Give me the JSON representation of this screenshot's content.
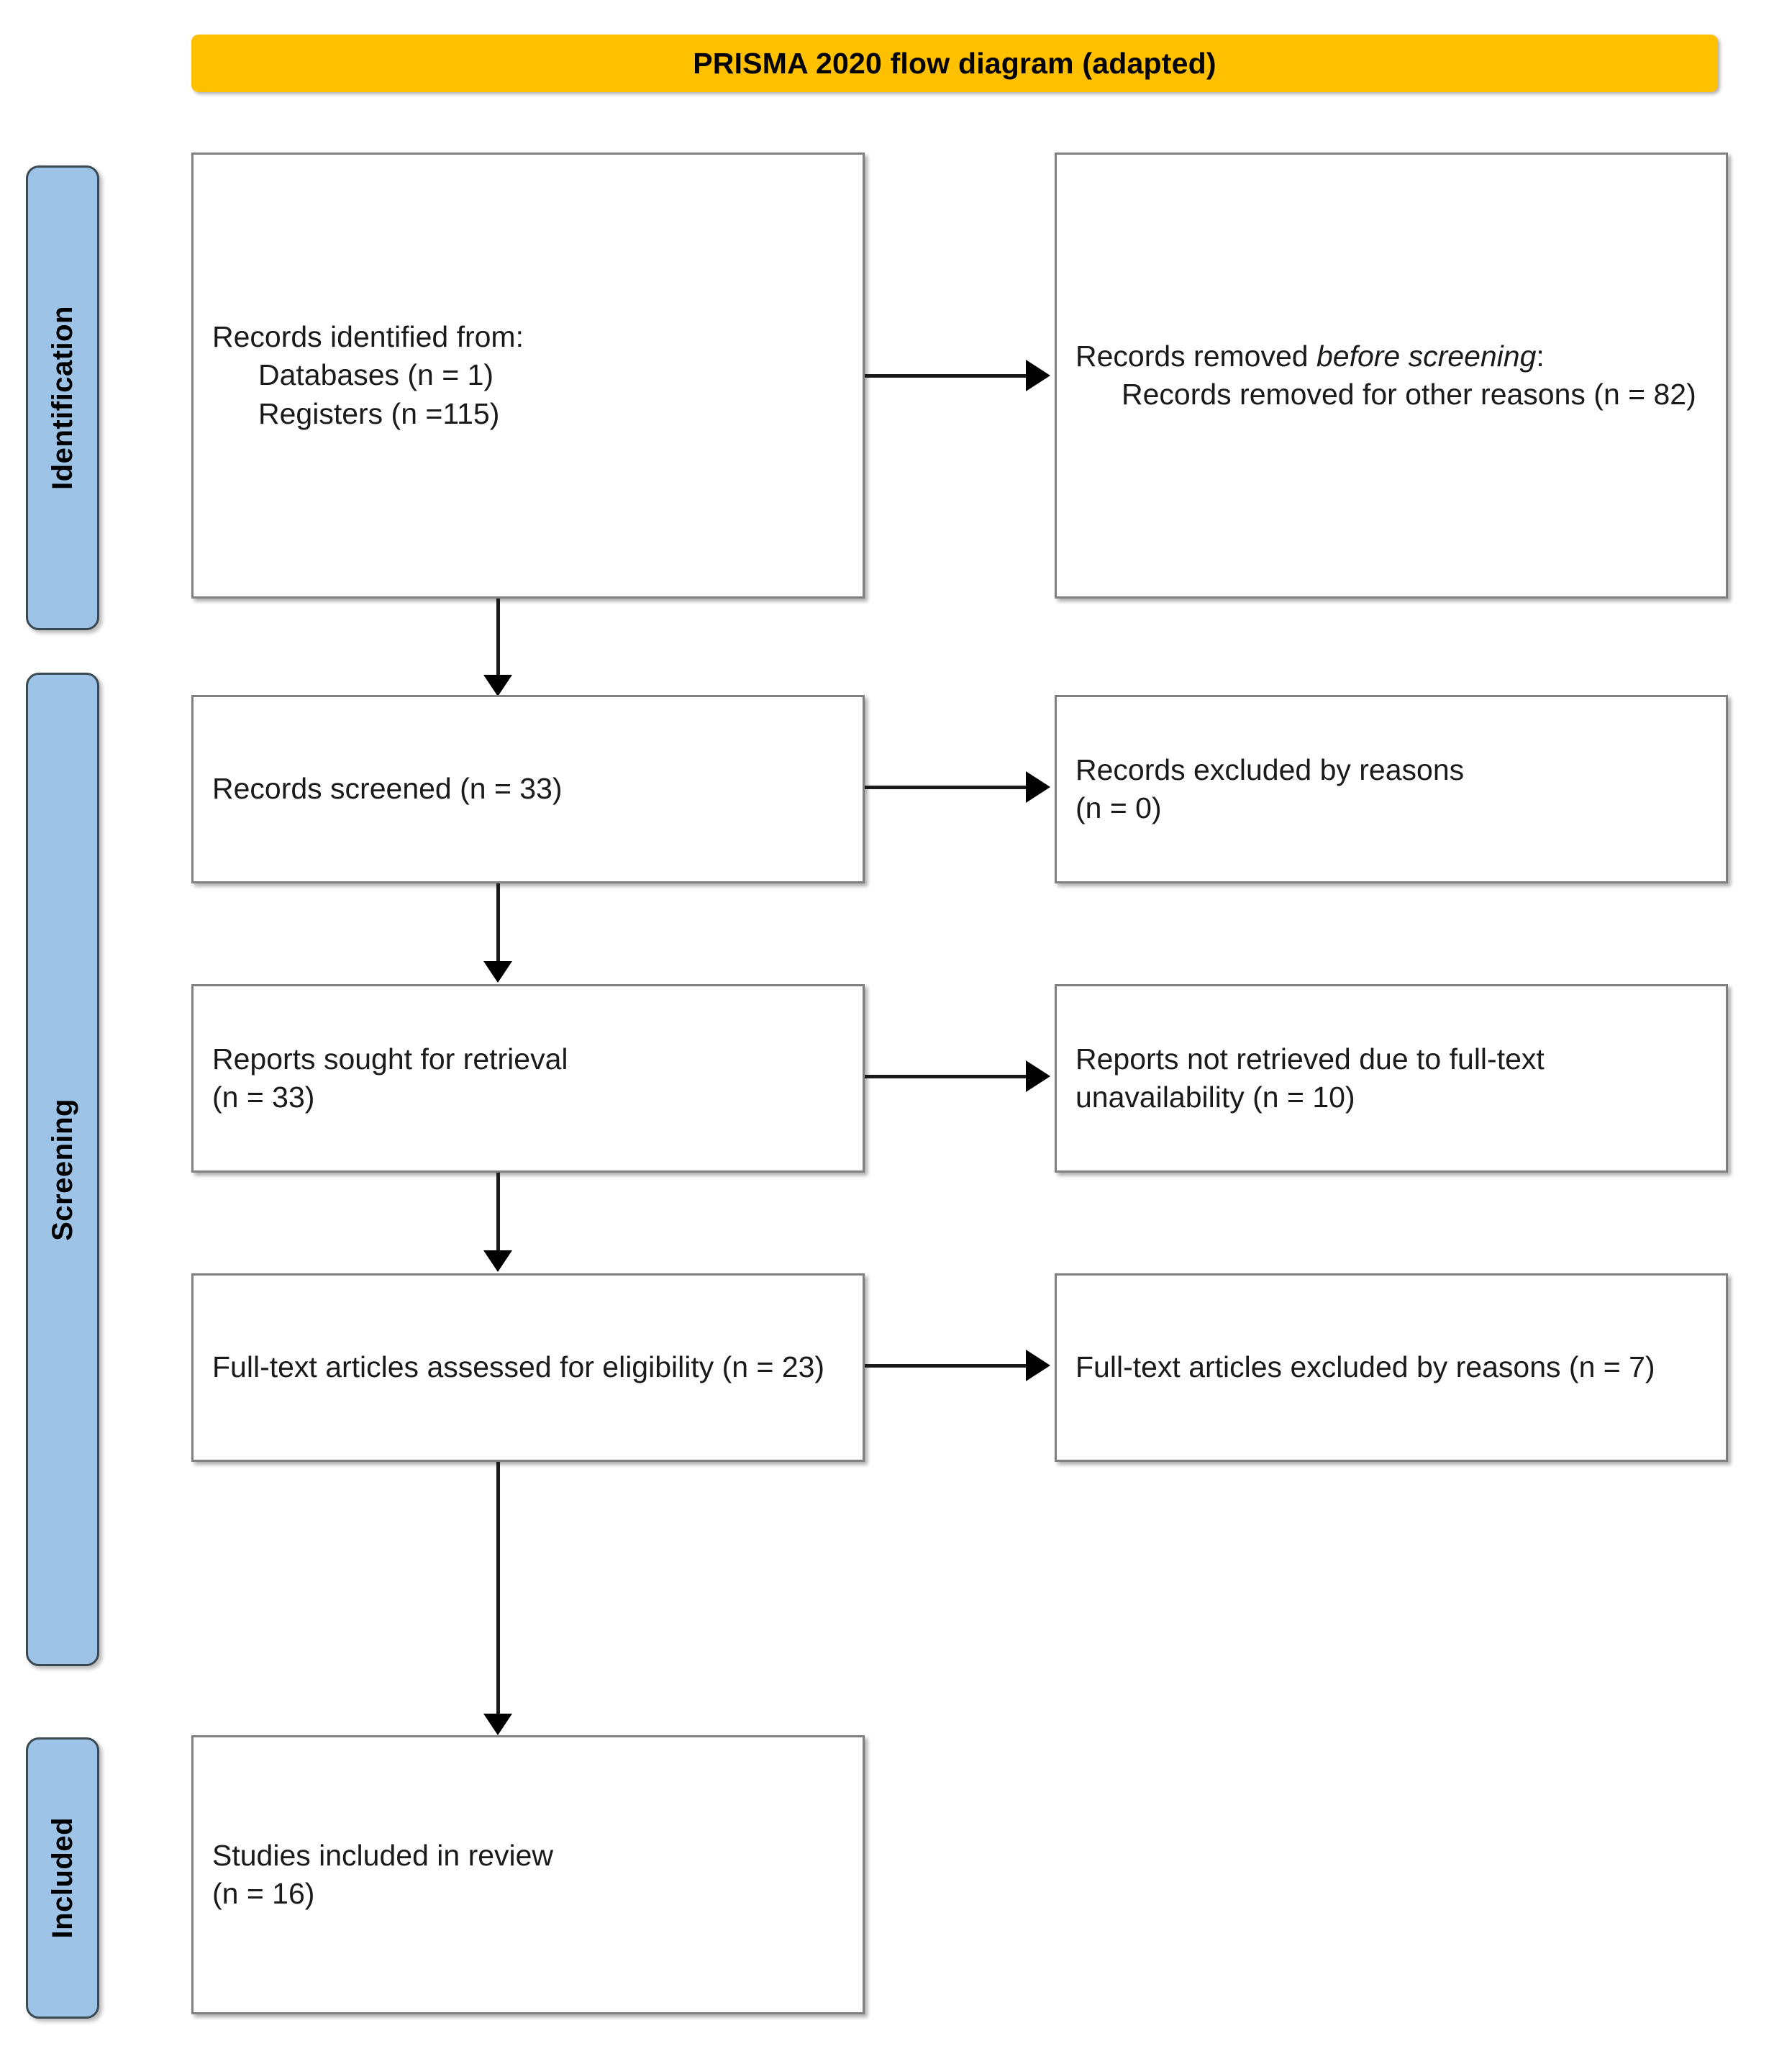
{
  "header": {
    "title": "PRISMA 2020 flow diagram (adapted)",
    "background_color": "#FFC000",
    "text_color": "#000000"
  },
  "colors": {
    "phase_bar_fill": "#9DC3E6",
    "phase_bar_border": "#3A4A55",
    "box_border": "#808080",
    "box_fill": "#FFFFFF",
    "connector": "#1A1A1A",
    "page_background": "#FFFFFF"
  },
  "phases": [
    {
      "label": "Identification"
    },
    {
      "label": "Screening"
    },
    {
      "label": "Included"
    }
  ],
  "boxes": {
    "identified": {
      "line1": "Records identified from:",
      "line2": "Databases (n = 1)",
      "line3": "Registers (n =115)"
    },
    "removed_before_screening": {
      "line1_prefix": "Records removed ",
      "line1_emphasis": "before screening",
      "line1_suffix": ":",
      "line2": "Records removed for other reasons (n = 82)"
    },
    "records_screened": {
      "line1": "Records screened (n = 33)"
    },
    "records_excluded": {
      "line1": "Records excluded by reasons",
      "line2": "(n = 0)"
    },
    "reports_sought": {
      "line1": "Reports sought for retrieval",
      "line2": "(n = 33)"
    },
    "reports_not_retrieved": {
      "line1": "Reports not retrieved due to full-text unavailability (n = 10)"
    },
    "fulltext_assessed": {
      "line1": "Full-text articles assessed for eligibility (n = 23)"
    },
    "fulltext_excluded": {
      "line1": "Full-text articles excluded by reasons (n = 7)"
    },
    "studies_included": {
      "line1": "Studies included in review",
      "line2": "(n = 16)"
    }
  },
  "chart_data": {
    "type": "diagram",
    "title": "PRISMA 2020 flow diagram (adapted)",
    "stages": [
      {
        "phase": "Identification",
        "node": "Records identified from: Databases (n = 1); Registers (n =115)",
        "counts": {
          "databases": 1,
          "registers": 115
        },
        "excluded_node": "Records removed before screening: Records removed for other reasons (n = 82)",
        "excluded_counts": {
          "other_reasons": 82
        }
      },
      {
        "phase": "Screening",
        "node": "Records screened (n = 33)",
        "counts": {
          "screened": 33
        },
        "excluded_node": "Records excluded by reasons (n = 0)",
        "excluded_counts": {
          "excluded_by_reasons": 0
        }
      },
      {
        "phase": "Screening",
        "node": "Reports sought for retrieval (n = 33)",
        "counts": {
          "sought": 33
        },
        "excluded_node": "Reports not retrieved due to full-text unavailability (n = 10)",
        "excluded_counts": {
          "not_retrieved": 10
        }
      },
      {
        "phase": "Screening",
        "node": "Full-text articles assessed for eligibility (n = 23)",
        "counts": {
          "assessed": 23
        },
        "excluded_node": "Full-text articles excluded by reasons (n = 7)",
        "excluded_counts": {
          "excluded": 7
        }
      },
      {
        "phase": "Included",
        "node": "Studies included in review (n = 16)",
        "counts": {
          "included": 16
        },
        "excluded_node": null,
        "excluded_counts": null
      }
    ]
  }
}
